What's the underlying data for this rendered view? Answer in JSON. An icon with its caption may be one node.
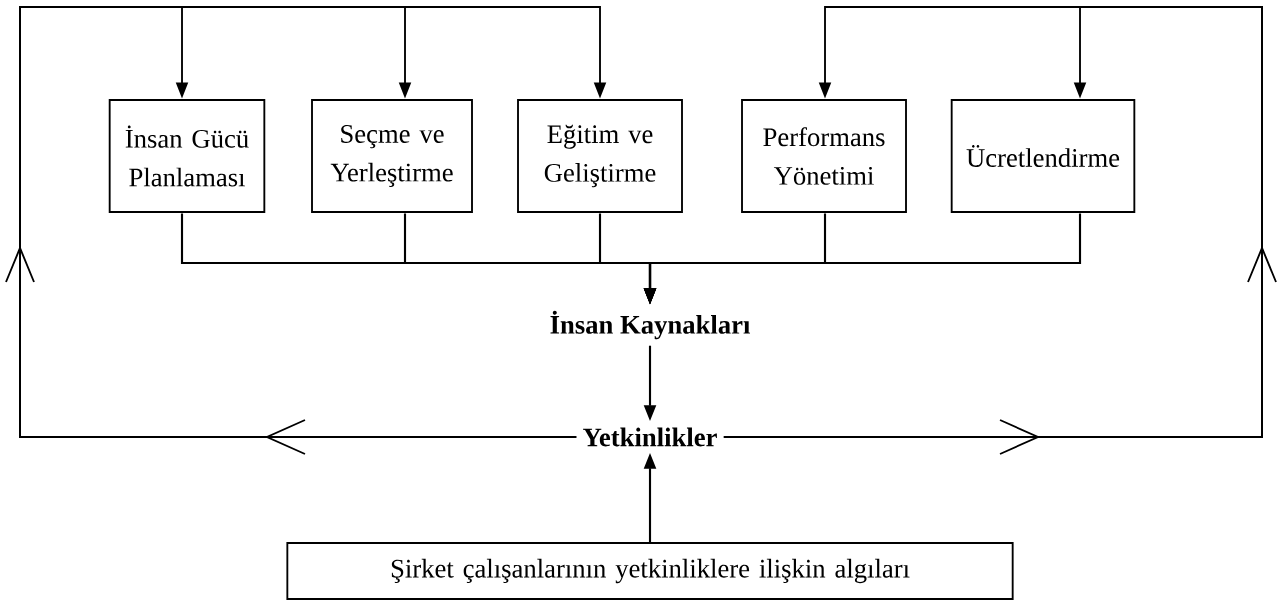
{
  "diagram": {
    "nodes": [
      {
        "text": [
          "İnsan Gücü Planlaması"
        ]
      },
      {
        "text": [
          "Seçme ve Yerleştirme"
        ]
      },
      {
        "text": [
          "Eğitim ve Geliştirme"
        ]
      },
      {
        "text": [
          "Performans Yönetimi"
        ]
      },
      {
        "text": [
          "Ücretlendirme"
        ]
      },
      {
        "text": [
          "İnsan Kaynakları"
        ]
      },
      {
        "text": [
          "Yetkinlikler"
        ]
      },
      {
        "text": [
          "Şirket çalışanlarının yetkinliklere ilişkin algıları"
        ]
      }
    ],
    "edges": [
      {
        "from": 0,
        "to": 5,
        "arrow": "to"
      },
      {
        "from": 1,
        "to": 5,
        "arrow": "to"
      },
      {
        "from": 2,
        "to": 5,
        "arrow": "to"
      },
      {
        "from": 3,
        "to": 5,
        "arrow": "to"
      },
      {
        "from": 4,
        "to": 5,
        "arrow": "to"
      },
      {
        "from": 5,
        "to": 6,
        "arrow": "to"
      },
      {
        "from": 7,
        "to": 6,
        "arrow": "to"
      },
      {
        "from": 6,
        "to": 0,
        "arrow": "to"
      },
      {
        "from": 6,
        "to": 1,
        "arrow": "to"
      },
      {
        "from": 6,
        "to": 2,
        "arrow": "to"
      },
      {
        "from": 6,
        "to": 3,
        "arrow": "to"
      },
      {
        "from": 6,
        "to": 4,
        "arrow": "to"
      }
    ]
  }
}
